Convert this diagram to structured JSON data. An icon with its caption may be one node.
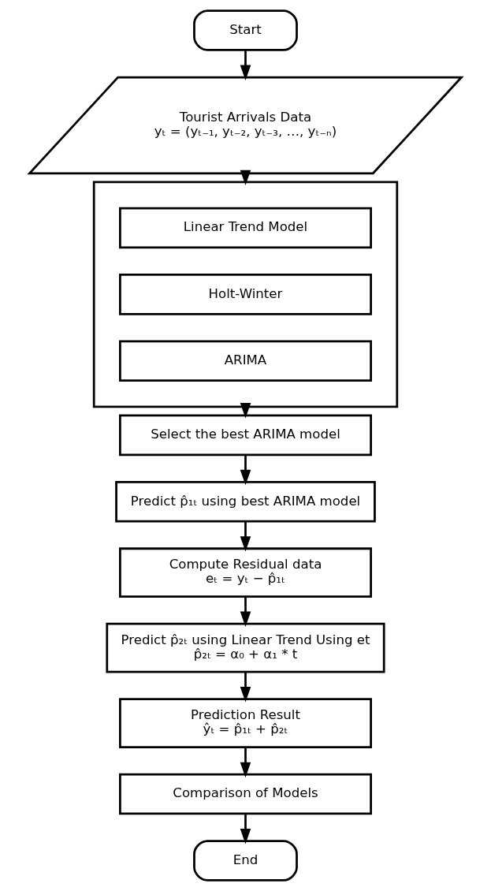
{
  "diagram": {
    "nodes": [
      {
        "text": [
          "Start"
        ]
      },
      {
        "text": [
          "Tourist Arrivals Data",
          "yₜ = (yₜ₋₁, yₜ₋₂, yₜ₋₃, …, yₜ₋ₙ)"
        ]
      },
      {
        "text": [],
        "shape": "box"
      },
      {
        "text": [
          "Linear Trend Model"
        ],
        "in": 2
      },
      {
        "text": [
          "Holt-Winter"
        ],
        "in": 2
      },
      {
        "text": [
          "ARIMA"
        ],
        "in": 2
      },
      {
        "text": [
          "Select the best ARIMA model"
        ]
      },
      {
        "text": [
          "Predict p̂₁ₜ using best ARIMA model"
        ]
      },
      {
        "text": [
          "Compute Residual data",
          "eₜ = yₜ − p̂₁ₜ"
        ]
      },
      {
        "text": [
          "Predict p̂₂ₜ using Linear Trend Using et",
          "p̂₂ₜ = α₀ + α₁ * t"
        ]
      },
      {
        "text": [
          "Prediction Result",
          "ŷₜ = p̂₁ₜ + p̂₂ₜ"
        ]
      },
      {
        "text": [
          "Comparison of Models"
        ]
      },
      {
        "text": [
          "End"
        ]
      }
    ],
    "edges": [
      {
        "from": 0,
        "to": 1,
        "arrow": "to"
      },
      {
        "from": 1,
        "to": 2,
        "arrow": "to"
      },
      {
        "from": 2,
        "to": 6,
        "arrow": "to"
      },
      {
        "from": 6,
        "to": 7,
        "arrow": "to"
      },
      {
        "from": 7,
        "to": 8,
        "arrow": "to"
      },
      {
        "from": 8,
        "to": 9,
        "arrow": "to"
      },
      {
        "from": 9,
        "to": 10,
        "arrow": "to"
      },
      {
        "from": 10,
        "to": 11,
        "arrow": "to"
      },
      {
        "from": 11,
        "to": 12,
        "arrow": "to"
      }
    ]
  }
}
